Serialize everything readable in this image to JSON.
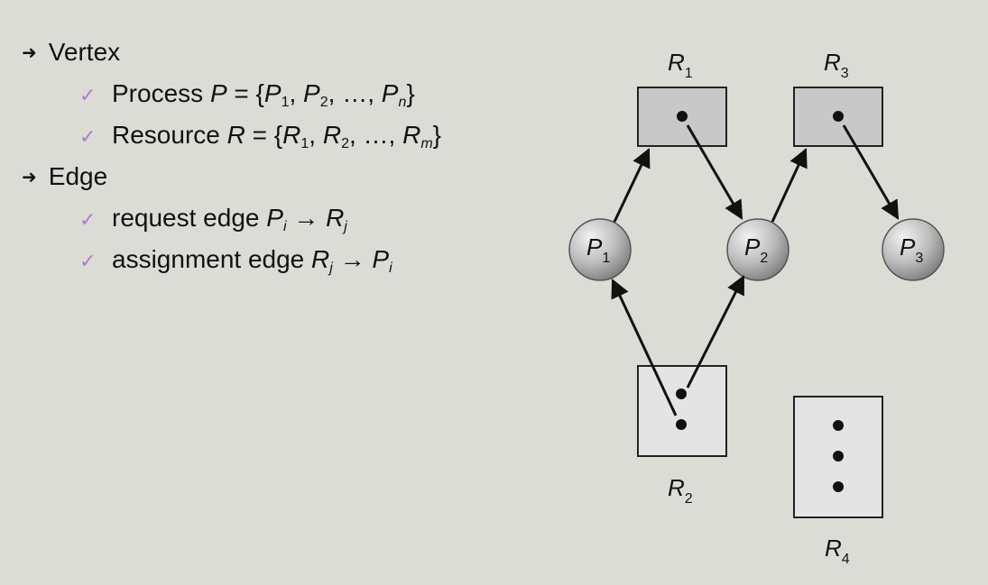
{
  "vertex": {
    "title": "Vertex",
    "process": {
      "label": "Process",
      "var": "P",
      "eq": "= {",
      "e1": "P",
      "e1s": "1",
      "comma1": ", ",
      "e2": "P",
      "e2s": "2",
      "dots": ", …, ",
      "en": "P",
      "ens": "n",
      "close": "}"
    },
    "resource": {
      "label": "Resource",
      "var": "R",
      "eq": "= {",
      "e1": "R",
      "e1s": "1",
      "comma1": ", ",
      "e2": "R",
      "e2s": "2",
      "dots": ", …, ",
      "en": "R",
      "ens": "m",
      "close": "}"
    }
  },
  "edge": {
    "title": "Edge",
    "request": {
      "label": "request edge",
      "from": "P",
      "from_sub": "i",
      "arrow": "→",
      "to": "R",
      "to_sub": "j"
    },
    "assignment": {
      "label": "assignment edge",
      "from": "R",
      "from_sub": "j",
      "arrow": "→",
      "to": "P",
      "to_sub": "i"
    }
  },
  "graph": {
    "processes": [
      {
        "name": "P",
        "sub": "1"
      },
      {
        "name": "P",
        "sub": "2"
      },
      {
        "name": "P",
        "sub": "3"
      }
    ],
    "resources": [
      {
        "name": "R",
        "sub": "1",
        "instances": 1
      },
      {
        "name": "R",
        "sub": "2",
        "instances": 2
      },
      {
        "name": "R",
        "sub": "3",
        "instances": 1
      },
      {
        "name": "R",
        "sub": "4",
        "instances": 3
      }
    ]
  }
}
